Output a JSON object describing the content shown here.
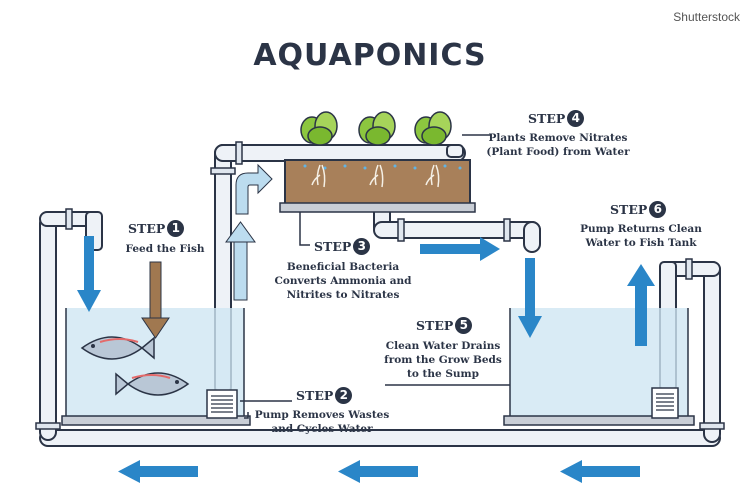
{
  "watermark": "Shutterstock",
  "title": "AQUAPONICS",
  "steps": [
    {
      "label": "STEP",
      "num": "1",
      "text_lines": [
        "Feed the Fish"
      ]
    },
    {
      "label": "STEP",
      "num": "2",
      "text_lines": [
        "Pump Removes Wastes",
        "and Cycles Water"
      ]
    },
    {
      "label": "STEP",
      "num": "3",
      "text_lines": [
        "Beneficial Bacteria",
        "Converts Ammonia and",
        "Nitrites to Nitrates"
      ]
    },
    {
      "label": "STEP",
      "num": "4",
      "text_lines": [
        "Plants Remove Nitrates",
        "(Plant Food) from Water"
      ]
    },
    {
      "label": "STEP",
      "num": "5",
      "text_lines": [
        "Clean Water Drains",
        "from the Grow Beds",
        "to the Sump"
      ]
    },
    {
      "label": "STEP",
      "num": "6",
      "text_lines": [
        "Pump Returns Clean",
        "Water to Fish Tank"
      ]
    }
  ],
  "colors": {
    "pipe_fill": "#eef2f7",
    "pipe_stroke": "#2b3446",
    "water": "#cfe6f3",
    "arrow_blue": "#2a86c8",
    "arrow_light": "#bcdcef",
    "soil": "#a8805a",
    "plant": "#8cc63f",
    "feed_arrow": "#a07850",
    "text": "#2b3446"
  }
}
